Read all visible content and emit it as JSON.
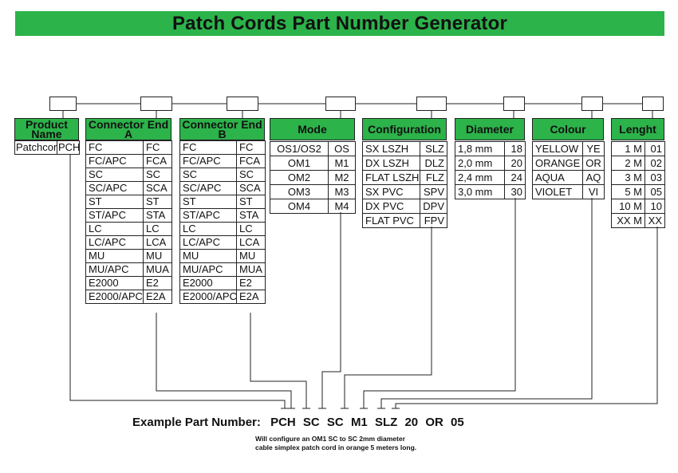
{
  "title": "Patch Cords Part Number Generator",
  "columns": {
    "product": {
      "heading": "Product Name",
      "rows": [
        [
          "Patchcord",
          "PCH"
        ]
      ]
    },
    "end_a": {
      "heading": "Connector End A",
      "rows": [
        [
          "FC",
          "FC"
        ],
        [
          "FC/APC",
          "FCA"
        ],
        [
          "SC",
          "SC"
        ],
        [
          "SC/APC",
          "SCA"
        ],
        [
          "ST",
          "ST"
        ],
        [
          "ST/APC",
          "STA"
        ],
        [
          "LC",
          "LC"
        ],
        [
          "LC/APC",
          "LCA"
        ],
        [
          "MU",
          "MU"
        ],
        [
          "MU/APC",
          "MUA"
        ],
        [
          "E2000",
          "E2"
        ],
        [
          "E2000/APC",
          "E2A"
        ]
      ]
    },
    "end_b": {
      "heading": "Connector End B",
      "rows": [
        [
          "FC",
          "FC"
        ],
        [
          "FC/APC",
          "FCA"
        ],
        [
          "SC",
          "SC"
        ],
        [
          "SC/APC",
          "SCA"
        ],
        [
          "ST",
          "ST"
        ],
        [
          "ST/APC",
          "STA"
        ],
        [
          "LC",
          "LC"
        ],
        [
          "LC/APC",
          "LCA"
        ],
        [
          "MU",
          "MU"
        ],
        [
          "MU/APC",
          "MUA"
        ],
        [
          "E2000",
          "E2"
        ],
        [
          "E2000/APC",
          "E2A"
        ]
      ]
    },
    "mode": {
      "heading": "Mode",
      "rows": [
        [
          "OS1/OS2",
          "OS"
        ],
        [
          "OM1",
          "M1"
        ],
        [
          "OM2",
          "M2"
        ],
        [
          "OM3",
          "M3"
        ],
        [
          "OM4",
          "M4"
        ]
      ]
    },
    "configuration": {
      "heading": "Configuration",
      "rows": [
        [
          "SX LSZH",
          "SLZ"
        ],
        [
          "DX LSZH",
          "DLZ"
        ],
        [
          "FLAT LSZH",
          "FLZ"
        ],
        [
          "SX PVC",
          "SPV"
        ],
        [
          "DX PVC",
          "DPV"
        ],
        [
          "FLAT PVC",
          "FPV"
        ]
      ]
    },
    "diameter": {
      "heading": "Diameter",
      "rows": [
        [
          "1,8 mm",
          "18"
        ],
        [
          "2,0 mm",
          "20"
        ],
        [
          "2,4 mm",
          "24"
        ],
        [
          "3,0 mm",
          "30"
        ]
      ]
    },
    "colour": {
      "heading": "Colour",
      "rows": [
        [
          "YELLOW",
          "YE"
        ],
        [
          "ORANGE",
          "OR"
        ],
        [
          "AQUA",
          "AQ"
        ],
        [
          "VIOLET",
          "VI"
        ]
      ]
    },
    "length": {
      "heading": "Lenght",
      "rows": [
        [
          "1 M",
          "01"
        ],
        [
          "2 M",
          "02"
        ],
        [
          "3 M",
          "03"
        ],
        [
          "5 M",
          "05"
        ],
        [
          "10 M",
          "10"
        ],
        [
          "XX M",
          "XX"
        ]
      ]
    }
  },
  "example": {
    "label": "Example Part Number:",
    "segments": [
      "PCH",
      "SC",
      "SC",
      "M1",
      "SLZ",
      "20",
      "OR",
      "05"
    ],
    "note_line1": "Will configure an OM1 SC to SC 2mm diameter",
    "note_line2": "cable simplex patch cord in orange 5 meters long."
  },
  "colors": {
    "accent_green": "#2cb34a",
    "line": "#222222"
  }
}
